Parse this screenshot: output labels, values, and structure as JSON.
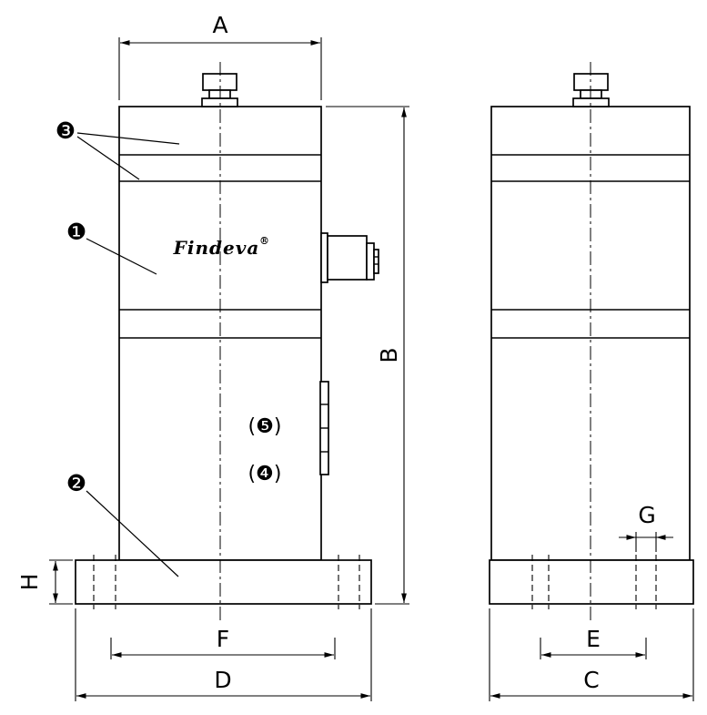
{
  "page": {
    "background_color": "#ffffff",
    "line_color": "#000000"
  },
  "drawing": {
    "brand": "Findeva",
    "registered_mark": "®",
    "dimensions": {
      "A": "A",
      "B": "B",
      "C": "C",
      "D": "D",
      "E": "E",
      "F": "F",
      "G": "G",
      "H": "H"
    },
    "callouts": {
      "housing": "❶",
      "base_plate": "❷",
      "cover": "❸",
      "item4": "(❹)",
      "item5": "(❺)"
    }
  }
}
